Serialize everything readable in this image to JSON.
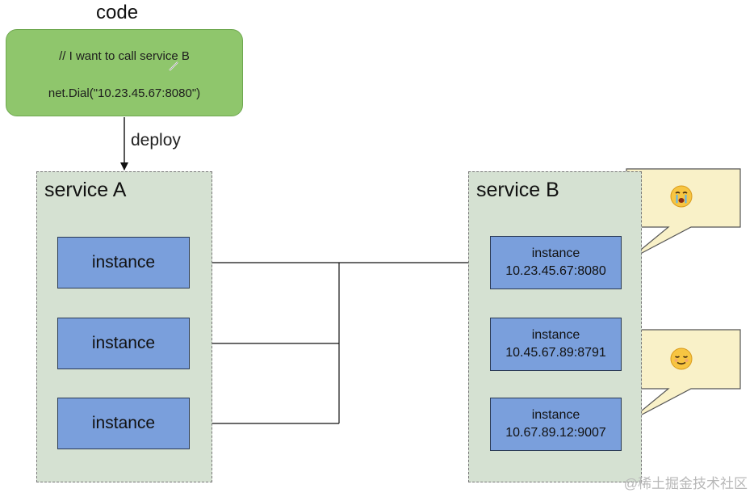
{
  "code": {
    "title": "code",
    "comment_line": "// I want to call service B",
    "call_line": "net.Dial(\"10.23.45.67:8080\")",
    "fill_color": "#8fc66c"
  },
  "deploy_label": "deploy",
  "service_a": {
    "title": "service A",
    "instances": [
      {
        "label": "instance"
      },
      {
        "label": "instance"
      },
      {
        "label": "instance"
      }
    ]
  },
  "service_b": {
    "title": "service B",
    "instances": [
      {
        "label": "instance",
        "address": "10.23.45.67:8080"
      },
      {
        "label": "instance",
        "address": "10.45.67.89:8791"
      },
      {
        "label": "instance",
        "address": "10.67.89.12:9007"
      }
    ]
  },
  "bubbles": [
    {
      "emoji": "crying-face-icon",
      "target_instance": "10.23.45.67:8080"
    },
    {
      "emoji": "relieved-face-icon",
      "target_instance": "10.67.89.12:9007"
    }
  ],
  "colors": {
    "service_bg": "#d5e1d2",
    "instance_fill": "#7a9fdc",
    "bubble_fill": "#f9f1c8"
  },
  "watermark": "@稀土掘金技术社区"
}
